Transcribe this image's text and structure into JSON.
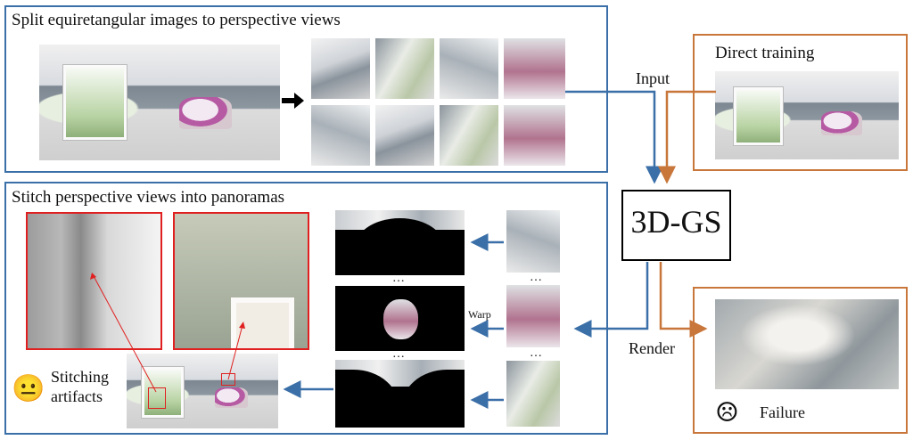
{
  "panels": {
    "split": {
      "title": "Split equiretangular images to perspective views"
    },
    "stitch": {
      "title": "Stitch perspective views into panoramas",
      "artifacts_label": "Stitching\nartifacts"
    },
    "direct": {
      "title": "Direct training"
    },
    "failure": {
      "label": "Failure"
    }
  },
  "center": {
    "label": "3D-GS"
  },
  "arrows": {
    "input": "Input",
    "render": "Render",
    "warp": "Warp"
  },
  "ellipsis": "…",
  "faces": {
    "neutral": "😐",
    "sad": "☹"
  },
  "colors": {
    "blue": "#3b6fa8",
    "orange": "#c8763a",
    "red": "#e02020"
  }
}
